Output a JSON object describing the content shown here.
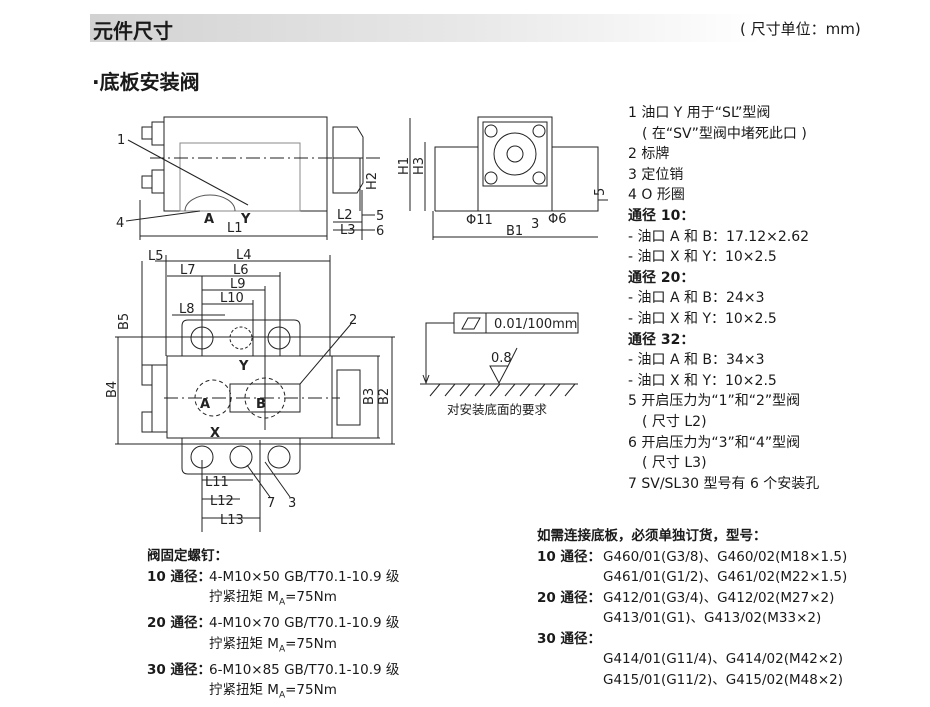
{
  "header": {
    "title": "元件尺寸",
    "unit": "( 尺寸单位：mm)"
  },
  "section_title": "·底板安装阀",
  "drawing_labels": {
    "front": {
      "l1": "L1",
      "l2": "L2",
      "l3": "L3",
      "h2": "H2",
      "n1": "1",
      "n4": "4",
      "n5": "5",
      "n6": "6",
      "a": "A",
      "y": "Y"
    },
    "side": {
      "h1": "H1",
      "h3": "H3",
      "phi11": "Φ11",
      "phi6": "Φ6",
      "b1": "B1",
      "n3": "3",
      "n5": "5"
    },
    "top": {
      "l4": "L4",
      "l5": "L5",
      "l6": "L6",
      "l7": "L7",
      "l8": "L8",
      "l9": "L9",
      "l10": "L10",
      "l11": "L11",
      "l12": "L12",
      "l13": "L13",
      "b2": "B2",
      "b3": "B3",
      "b4": "B4",
      "b5": "B5",
      "a": "A",
      "b": "B",
      "x": "X",
      "y": "Y",
      "n2": "2",
      "n3": "3",
      "n7": "7"
    },
    "flatness": {
      "tolerance": "0.01/100mm",
      "roughness": "0.8",
      "caption": "对安装底面的要求"
    }
  },
  "legend": [
    {
      "text": "1  油口 Y 用于“SL”型阀",
      "style": ""
    },
    {
      "text": "( 在“SV”型阀中堵死此口 )",
      "style": "ind"
    },
    {
      "text": "2  标牌",
      "style": ""
    },
    {
      "text": "3  定位销",
      "style": ""
    },
    {
      "text": "4  O 形圈",
      "style": ""
    },
    {
      "text": "通径 10：",
      "style": "b"
    },
    {
      "text": "- 油口 A 和 B：17.12×2.62",
      "style": ""
    },
    {
      "text": "- 油口 X 和 Y：10×2.5",
      "style": ""
    },
    {
      "text": "通径 20：",
      "style": "b"
    },
    {
      "text": "- 油口 A 和 B：24×3",
      "style": ""
    },
    {
      "text": "- 油口 X 和 Y：10×2.5",
      "style": ""
    },
    {
      "text": "通径 32：",
      "style": "b"
    },
    {
      "text": "- 油口 A 和 B：34×3",
      "style": ""
    },
    {
      "text": "- 油口 X 和 Y：10×2.5",
      "style": ""
    },
    {
      "text": "5  开启压力为“1”和“2”型阀",
      "style": ""
    },
    {
      "text": "( 尺寸 L2)",
      "style": "ind"
    },
    {
      "text": "6  开启压力为“3”和“4”型阀",
      "style": ""
    },
    {
      "text": "( 尺寸 L3)",
      "style": "ind"
    },
    {
      "text": "7  SV/SL30 型号有 6 个安装孔",
      "style": ""
    }
  ],
  "screws": {
    "title": "阀固定螺钉：",
    "torque_prefix": "拧紧扭矩 M",
    "torque_sub": "A",
    "torque_value": "=75Nm",
    "rows": [
      {
        "size": "10 通径：",
        "spec": "4-M10×50 GB/T70.1-10.9 级"
      },
      {
        "size": "20 通径：",
        "spec": "4-M10×70 GB/T70.1-10.9 级"
      },
      {
        "size": "30 通径：",
        "spec": "6-M10×85 GB/T70.1-10.9 级"
      }
    ]
  },
  "subplates": {
    "title": "如需连接底板，必须单独订货，型号：",
    "rows": [
      {
        "size": "10 通径：",
        "lines": [
          "G460/01(G3/8)、G460/02(M18×1.5)",
          "G461/01(G1/2)、G461/02(M22×1.5)"
        ]
      },
      {
        "size": "20 通径：",
        "lines": [
          "G412/01(G3/4)、G412/02(M27×2)",
          "G413/01(G1)、G413/02(M33×2)"
        ]
      },
      {
        "size": "30 通径：",
        "lines": [
          "",
          "G414/01(G11/4)、G414/02(M42×2)",
          "G415/01(G11/2)、G415/02(M48×2)"
        ]
      }
    ]
  }
}
